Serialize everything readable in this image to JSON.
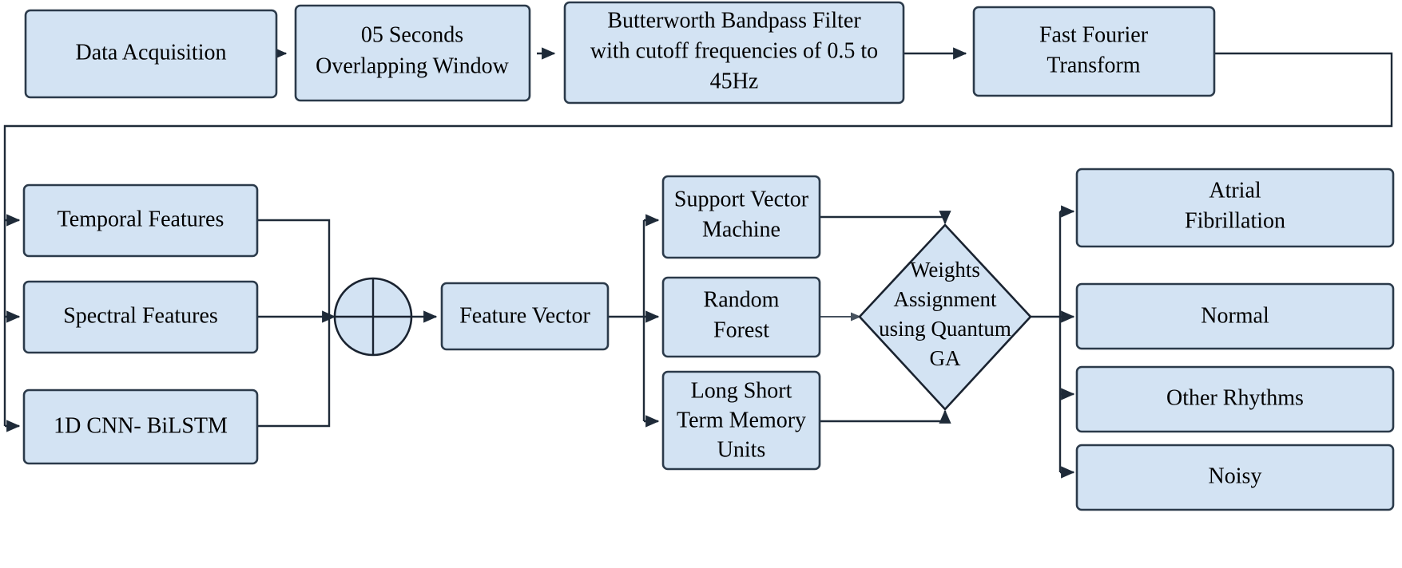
{
  "diagram": {
    "title": "ECG classification pipeline flowchart",
    "colors": {
      "node_fill": "#d3e3f3",
      "node_stroke": "#2b3a4a",
      "connector": "#1e2a38",
      "text": "#000000",
      "background": "#ffffff"
    },
    "stages": {
      "acquisition": {
        "label": "Data Acquisition"
      },
      "windowing": {
        "line1": "05 Seconds",
        "line2": "Overlapping Window"
      },
      "filter": {
        "line1": "Butterworth Bandpass Filter",
        "line2": "with cutoff frequencies of 0.5 to",
        "line3": "45Hz"
      },
      "fft": {
        "line1": "Fast Fourier",
        "line2": "Transform"
      }
    },
    "features": [
      {
        "label": "Temporal Features"
      },
      {
        "label": "Spectral Features"
      },
      {
        "label": "1D CNN- BiLSTM"
      }
    ],
    "junction": {
      "name": "summation-junction",
      "glyph": "crossed-circle"
    },
    "feature_vector": {
      "label": "Feature Vector"
    },
    "classifiers": [
      {
        "line1": "Support Vector",
        "line2": "Machine"
      },
      {
        "line1": "Random",
        "line2": "Forest"
      },
      {
        "line1": "Long Short",
        "line2": "Term Memory",
        "line3": "Units"
      }
    ],
    "fusion": {
      "line1": "Weights",
      "line2": "Assignment",
      "line3": "using Quantum",
      "line4": "GA"
    },
    "outputs": [
      {
        "line1": "Atrial",
        "line2": "Fibrillation"
      },
      {
        "line1": "Normal"
      },
      {
        "line1": "Other Rhythms"
      },
      {
        "line1": "Noisy"
      }
    ]
  }
}
